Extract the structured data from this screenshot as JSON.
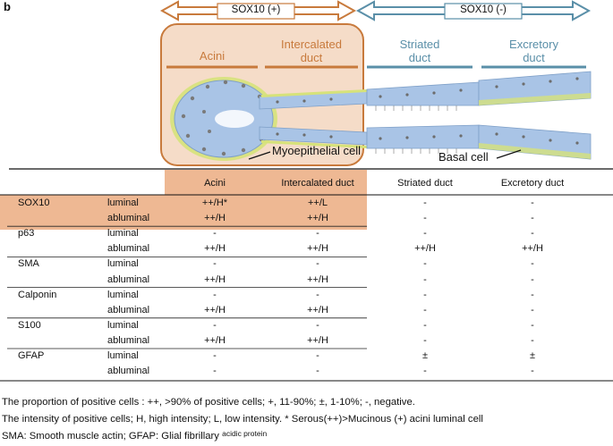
{
  "panel_letter": "b",
  "arrows": {
    "positive": "SOX10 (+)",
    "negative": "SOX10 (-)"
  },
  "regions": {
    "acini": "Acini",
    "intercalated_line1": "Intercalated",
    "intercalated_line2": "duct",
    "striated_line1": "Striated",
    "striated_line2": "duct",
    "excretory_line1": "Excretory",
    "excretory_line2": "duct"
  },
  "callouts": {
    "myoepithelial": "Myoepithelial cell",
    "basal": "Basal cell"
  },
  "colors": {
    "orange": "#c87a3c",
    "orange_fill": "#f5dcc8",
    "table_highlight": "#eeb893",
    "blue": "#5a8fa8",
    "cell_fill": "#a9c4e6",
    "myo_fill": "#d6e27a"
  },
  "table": {
    "columns": [
      "Acini",
      "Intercalated duct",
      "Striated duct",
      "Excretory duct"
    ],
    "rows": [
      {
        "marker": "SOX10",
        "location": "luminal",
        "values": [
          "++/H*",
          "++/L",
          "-",
          "-"
        ]
      },
      {
        "marker": "",
        "location": "abluminal",
        "values": [
          "++/H",
          "++/H",
          "-",
          "-"
        ]
      },
      {
        "marker": "p63",
        "location": "luminal",
        "values": [
          "-",
          "-",
          "-",
          "-"
        ]
      },
      {
        "marker": "",
        "location": "abluminal",
        "values": [
          "++/H",
          "++/H",
          "++/H",
          "++/H"
        ]
      },
      {
        "marker": "SMA",
        "location": "luminal",
        "values": [
          "-",
          "-",
          "-",
          "-"
        ]
      },
      {
        "marker": "",
        "location": "abluminal",
        "values": [
          "++/H",
          "++/H",
          "-",
          "-"
        ]
      },
      {
        "marker": "Calponin",
        "location": "luminal",
        "values": [
          "-",
          "-",
          "-",
          "-"
        ]
      },
      {
        "marker": "",
        "location": "abluminal",
        "values": [
          "++/H",
          "++/H",
          "-",
          "-"
        ]
      },
      {
        "marker": "S100",
        "location": "luminal",
        "values": [
          "-",
          "-",
          "-",
          "-"
        ]
      },
      {
        "marker": "",
        "location": "abluminal",
        "values": [
          "++/H",
          "++/H",
          "-",
          "-"
        ]
      },
      {
        "marker": "GFAP",
        "location": "luminal",
        "values": [
          "-",
          "-",
          "±",
          "±"
        ]
      },
      {
        "marker": "",
        "location": "abluminal",
        "values": [
          "-",
          "-",
          "-",
          "-"
        ]
      }
    ]
  },
  "footnotes": {
    "line1": "The proportion of positive cells : ++, >90% of positive cells; +, 11-90%; ±, 1-10%; -, negative.",
    "line2": "The intensity of positive cells; H, high intensity; L, low intensity. * Serous(++)>Mucinous (+) acini luminal cell",
    "line3_main": "SMA: Smooth muscle actin; GFAP: Glial fibrillary ",
    "line3_small": "acidic protein"
  }
}
